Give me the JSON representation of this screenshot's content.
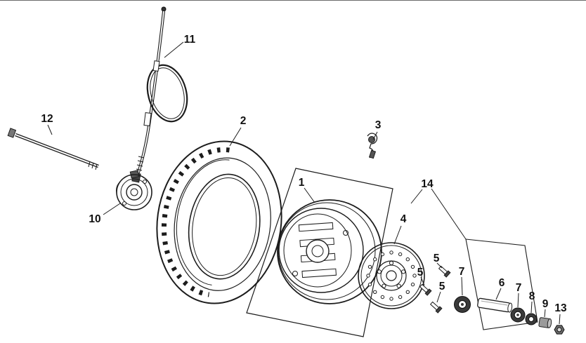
{
  "diagram": {
    "kind": "exploded-parts-line-diagram",
    "colors": {
      "background": "#ffffff",
      "line": "#1c1c1c",
      "shaded_part": "#3a3a3a"
    },
    "part_labels": {
      "p1": "1",
      "p2": "2",
      "p3": "3",
      "p4": "4",
      "p5a": "5",
      "p5b": "5",
      "p5c": "5",
      "p6": "6",
      "p7a": "7",
      "p7b": "7",
      "p8": "8",
      "p9": "9",
      "p10": "10",
      "p11": "11",
      "p12": "12",
      "p13": "13",
      "p14": "14"
    }
  }
}
